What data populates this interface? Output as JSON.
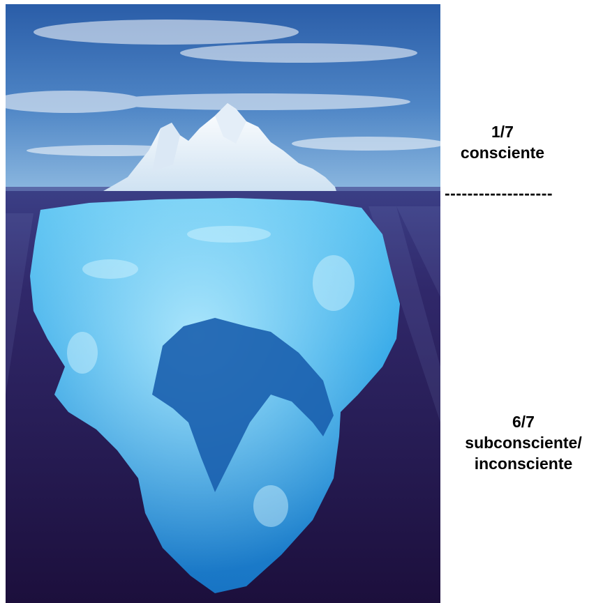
{
  "labels": {
    "top_fraction": "1/7",
    "top_term": "consciente",
    "divider": "-------------------",
    "bottom_fraction": "6/7",
    "bottom_term_1": "subconsciente/",
    "bottom_term_2": "inconsciente"
  },
  "colors": {
    "sky": "#3a6fb4",
    "ice_above": "#f4f8fc",
    "ice_below": "#2ba9e8",
    "deep_water": "#2a1a52",
    "text": "#000000"
  }
}
